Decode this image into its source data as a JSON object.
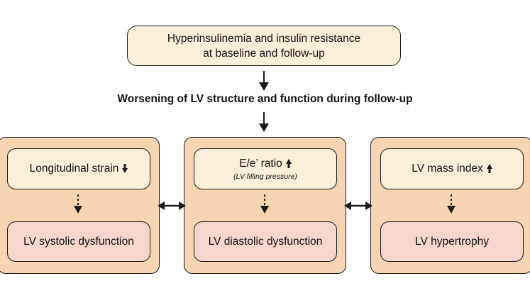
{
  "top_box": {
    "line1": "Hyperinsulinemia and insulin resistance",
    "line2": "at baseline and follow-up"
  },
  "heading": "Worsening of LV structure and function during follow-up",
  "panels": [
    {
      "metric": "Longitudinal strain",
      "metric_trend": "down",
      "metric_note": "",
      "outcome": "LV systolic dysfunction"
    },
    {
      "metric": "E/e’ ratio",
      "metric_trend": "up",
      "metric_note": "(LV filling pressure)",
      "outcome": "LV diastolic dysfunction"
    },
    {
      "metric": "LV mass index",
      "metric_trend": "up",
      "metric_note": "",
      "outcome": "LV hypertrophy"
    }
  ],
  "colors": {
    "top_fill": "#fcefd9",
    "panel_fill": "#f7d5b2",
    "metric_fill": "#fcefd9",
    "outcome_fill": "#f7d6cc",
    "stroke": "#1a1a1a"
  }
}
